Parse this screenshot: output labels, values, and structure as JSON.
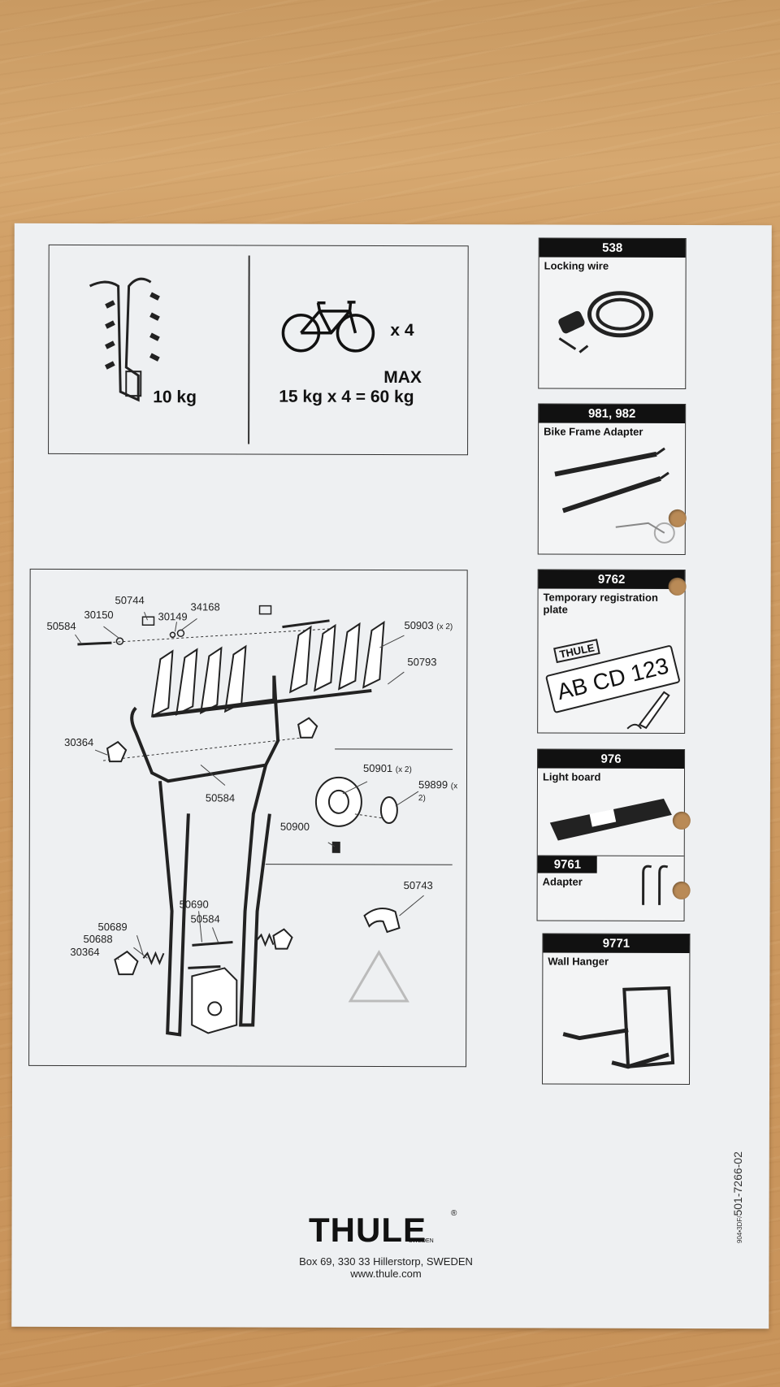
{
  "specs": {
    "rack_weight": "10 kg",
    "bike_count": "x 4",
    "max_label": "MAX",
    "max_load": "15 kg x 4 = 60 kg"
  },
  "parts": [
    {
      "id": "p1",
      "num": "50744"
    },
    {
      "id": "p2",
      "num": "30150"
    },
    {
      "id": "p3",
      "num": "30149"
    },
    {
      "id": "p4",
      "num": "34168"
    },
    {
      "id": "p5",
      "num": "50584"
    },
    {
      "id": "p6",
      "num": "50903",
      "mult": "(x 2)"
    },
    {
      "id": "p7",
      "num": "50793"
    },
    {
      "id": "p8",
      "num": "30364"
    },
    {
      "id": "p9",
      "num": "50584"
    },
    {
      "id": "p10",
      "num": "50901",
      "mult": "(x 2)"
    },
    {
      "id": "p11",
      "num": "59899",
      "mult": "(x 2)"
    },
    {
      "id": "p12",
      "num": "50900"
    },
    {
      "id": "p13",
      "num": "50743"
    },
    {
      "id": "p14",
      "num": "50690"
    },
    {
      "id": "p15",
      "num": "50584"
    },
    {
      "id": "p16",
      "num": "50689"
    },
    {
      "id": "p17",
      "num": "50688"
    },
    {
      "id": "p18",
      "num": "30364"
    }
  ],
  "accessories": [
    {
      "code": "538",
      "label": "Locking wire"
    },
    {
      "code": "981, 982",
      "label": "Bike Frame Adapter"
    },
    {
      "code": "9762",
      "label": "Temporary registration plate",
      "plate_text": "AB CD 123",
      "plate_brand": "THULE"
    },
    {
      "code": "976",
      "label": "Light board"
    },
    {
      "code": "9761",
      "label": "Adapter"
    },
    {
      "code": "9771",
      "label": "Wall Hanger"
    }
  ],
  "footer": {
    "brand": "THULE",
    "brand_sub": "SWEDEN",
    "reg": "®",
    "address": "Box 69, 330 33 Hillerstorp, SWEDEN",
    "website": "www.thule.com",
    "doc_small": "904•3DF/",
    "doc_number": "501-7266-02"
  },
  "colors": {
    "paper": "#eef0f2",
    "ink": "#111111",
    "wood": "#c99a62"
  }
}
